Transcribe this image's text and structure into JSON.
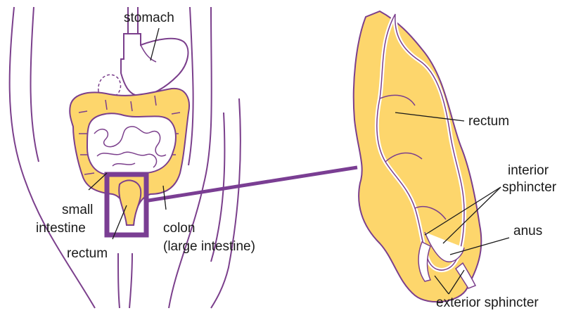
{
  "colors": {
    "outline": "#7b3f8c",
    "organ_fill": "#fdd66c",
    "zoom_box": "#7a3e93",
    "leader_line": "#1a1a1a",
    "background": "#ffffff"
  },
  "labels": {
    "stomach": "stomach",
    "small_intestine_line1": "small",
    "small_intestine_line2": "intestine",
    "rectum_left": "rectum",
    "colon_line1": "colon",
    "colon_line2": "(large intestine)",
    "rectum_right": "rectum",
    "interior_sphincter_line1": "interior",
    "interior_sphincter_line2": "sphincter",
    "anus": "anus",
    "exterior_sphincter": "exterior sphincter"
  }
}
